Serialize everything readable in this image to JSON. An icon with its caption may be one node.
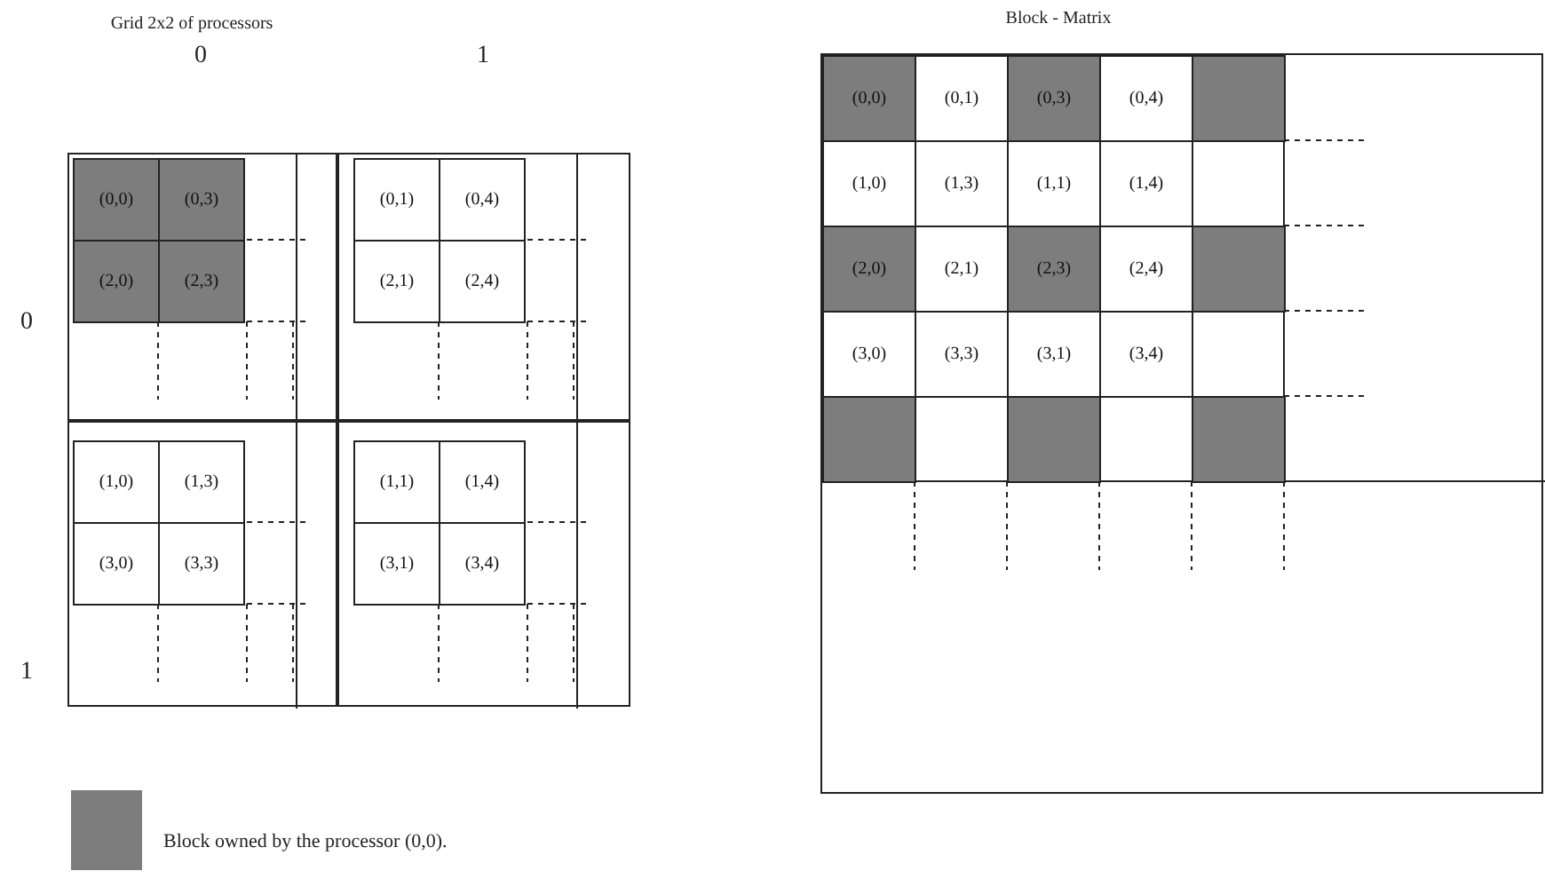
{
  "diagram": {
    "nodes": [
      {
        "text": [],
        "shape": "box"
      },
      {
        "text": [
          "(0,0)"
        ],
        "in": 0
      },
      {
        "text": [
          "(0,3)"
        ],
        "in": 0
      },
      {
        "text": [
          "(2,0)"
        ],
        "in": 0
      },
      {
        "text": [
          "(2,3)"
        ],
        "in": 0
      },
      {
        "text": [],
        "shape": "box"
      },
      {
        "text": [
          "(0,1)"
        ],
        "in": 5
      },
      {
        "text": [
          "(0,4)"
        ],
        "in": 5
      },
      {
        "text": [
          "(2,1)"
        ],
        "in": 5
      },
      {
        "text": [
          "(2,4)"
        ],
        "in": 5
      },
      {
        "text": [],
        "shape": "box"
      },
      {
        "text": [
          "(1,0)"
        ],
        "in": 10
      },
      {
        "text": [
          "(1,3)"
        ],
        "in": 10
      },
      {
        "text": [
          "(3,0)"
        ],
        "in": 10
      },
      {
        "text": [
          "(3,3)"
        ],
        "in": 10
      },
      {
        "text": [],
        "shape": "box"
      },
      {
        "text": [
          "(1,1)"
        ],
        "in": 15
      },
      {
        "text": [
          "(1,4)"
        ],
        "in": 15
      },
      {
        "text": [
          "(3,1)"
        ],
        "in": 15
      },
      {
        "text": [
          "(3,4)"
        ],
        "in": 15
      },
      {
        "text": [],
        "shape": "box"
      },
      {
        "text": [
          "(0,0)"
        ],
        "in": 20
      },
      {
        "text": [
          "(0,1)"
        ],
        "in": 20
      },
      {
        "text": [
          "(0,3)"
        ],
        "in": 20
      },
      {
        "text": [
          "(0,4)"
        ],
        "in": 20
      },
      {
        "text": [],
        "shape": "box",
        "in": 20
      },
      {
        "text": [
          "(1,0)"
        ],
        "in": 20
      },
      {
        "text": [
          "(1,3)"
        ],
        "in": 20
      },
      {
        "text": [
          "(1,1)"
        ],
        "in": 20
      },
      {
        "text": [
          "(1,4)"
        ],
        "in": 20
      },
      {
        "text": [
          "(2,0)"
        ],
        "in": 20
      },
      {
        "text": [
          "(2,1)"
        ],
        "in": 20
      },
      {
        "text": [
          "(2,3)"
        ],
        "in": 20
      },
      {
        "text": [
          "(2,4)"
        ],
        "in": 20
      },
      {
        "text": [],
        "shape": "box",
        "in": 20
      },
      {
        "text": [
          "(3,0)"
        ],
        "in": 20
      },
      {
        "text": [
          "(3,3)"
        ],
        "in": 20
      },
      {
        "text": [
          "(3,1)"
        ],
        "in": 20
      },
      {
        "text": [
          "(3,4)"
        ],
        "in": 20
      },
      {
        "text": [],
        "shape": "box",
        "in": 20
      },
      {
        "text": [],
        "shape": "box",
        "in": 20
      },
      {
        "text": [],
        "shape": "box",
        "in": 20
      }
    ],
    "labels": [
      "Grid 2x2 of processors",
      "Block - Matrix",
      "0",
      "1",
      "0",
      "1"
    ],
    "legend": [
      {
        "text": "Block owned by the processor (0,0).",
        "color": "#7d7d7d"
      }
    ]
  }
}
